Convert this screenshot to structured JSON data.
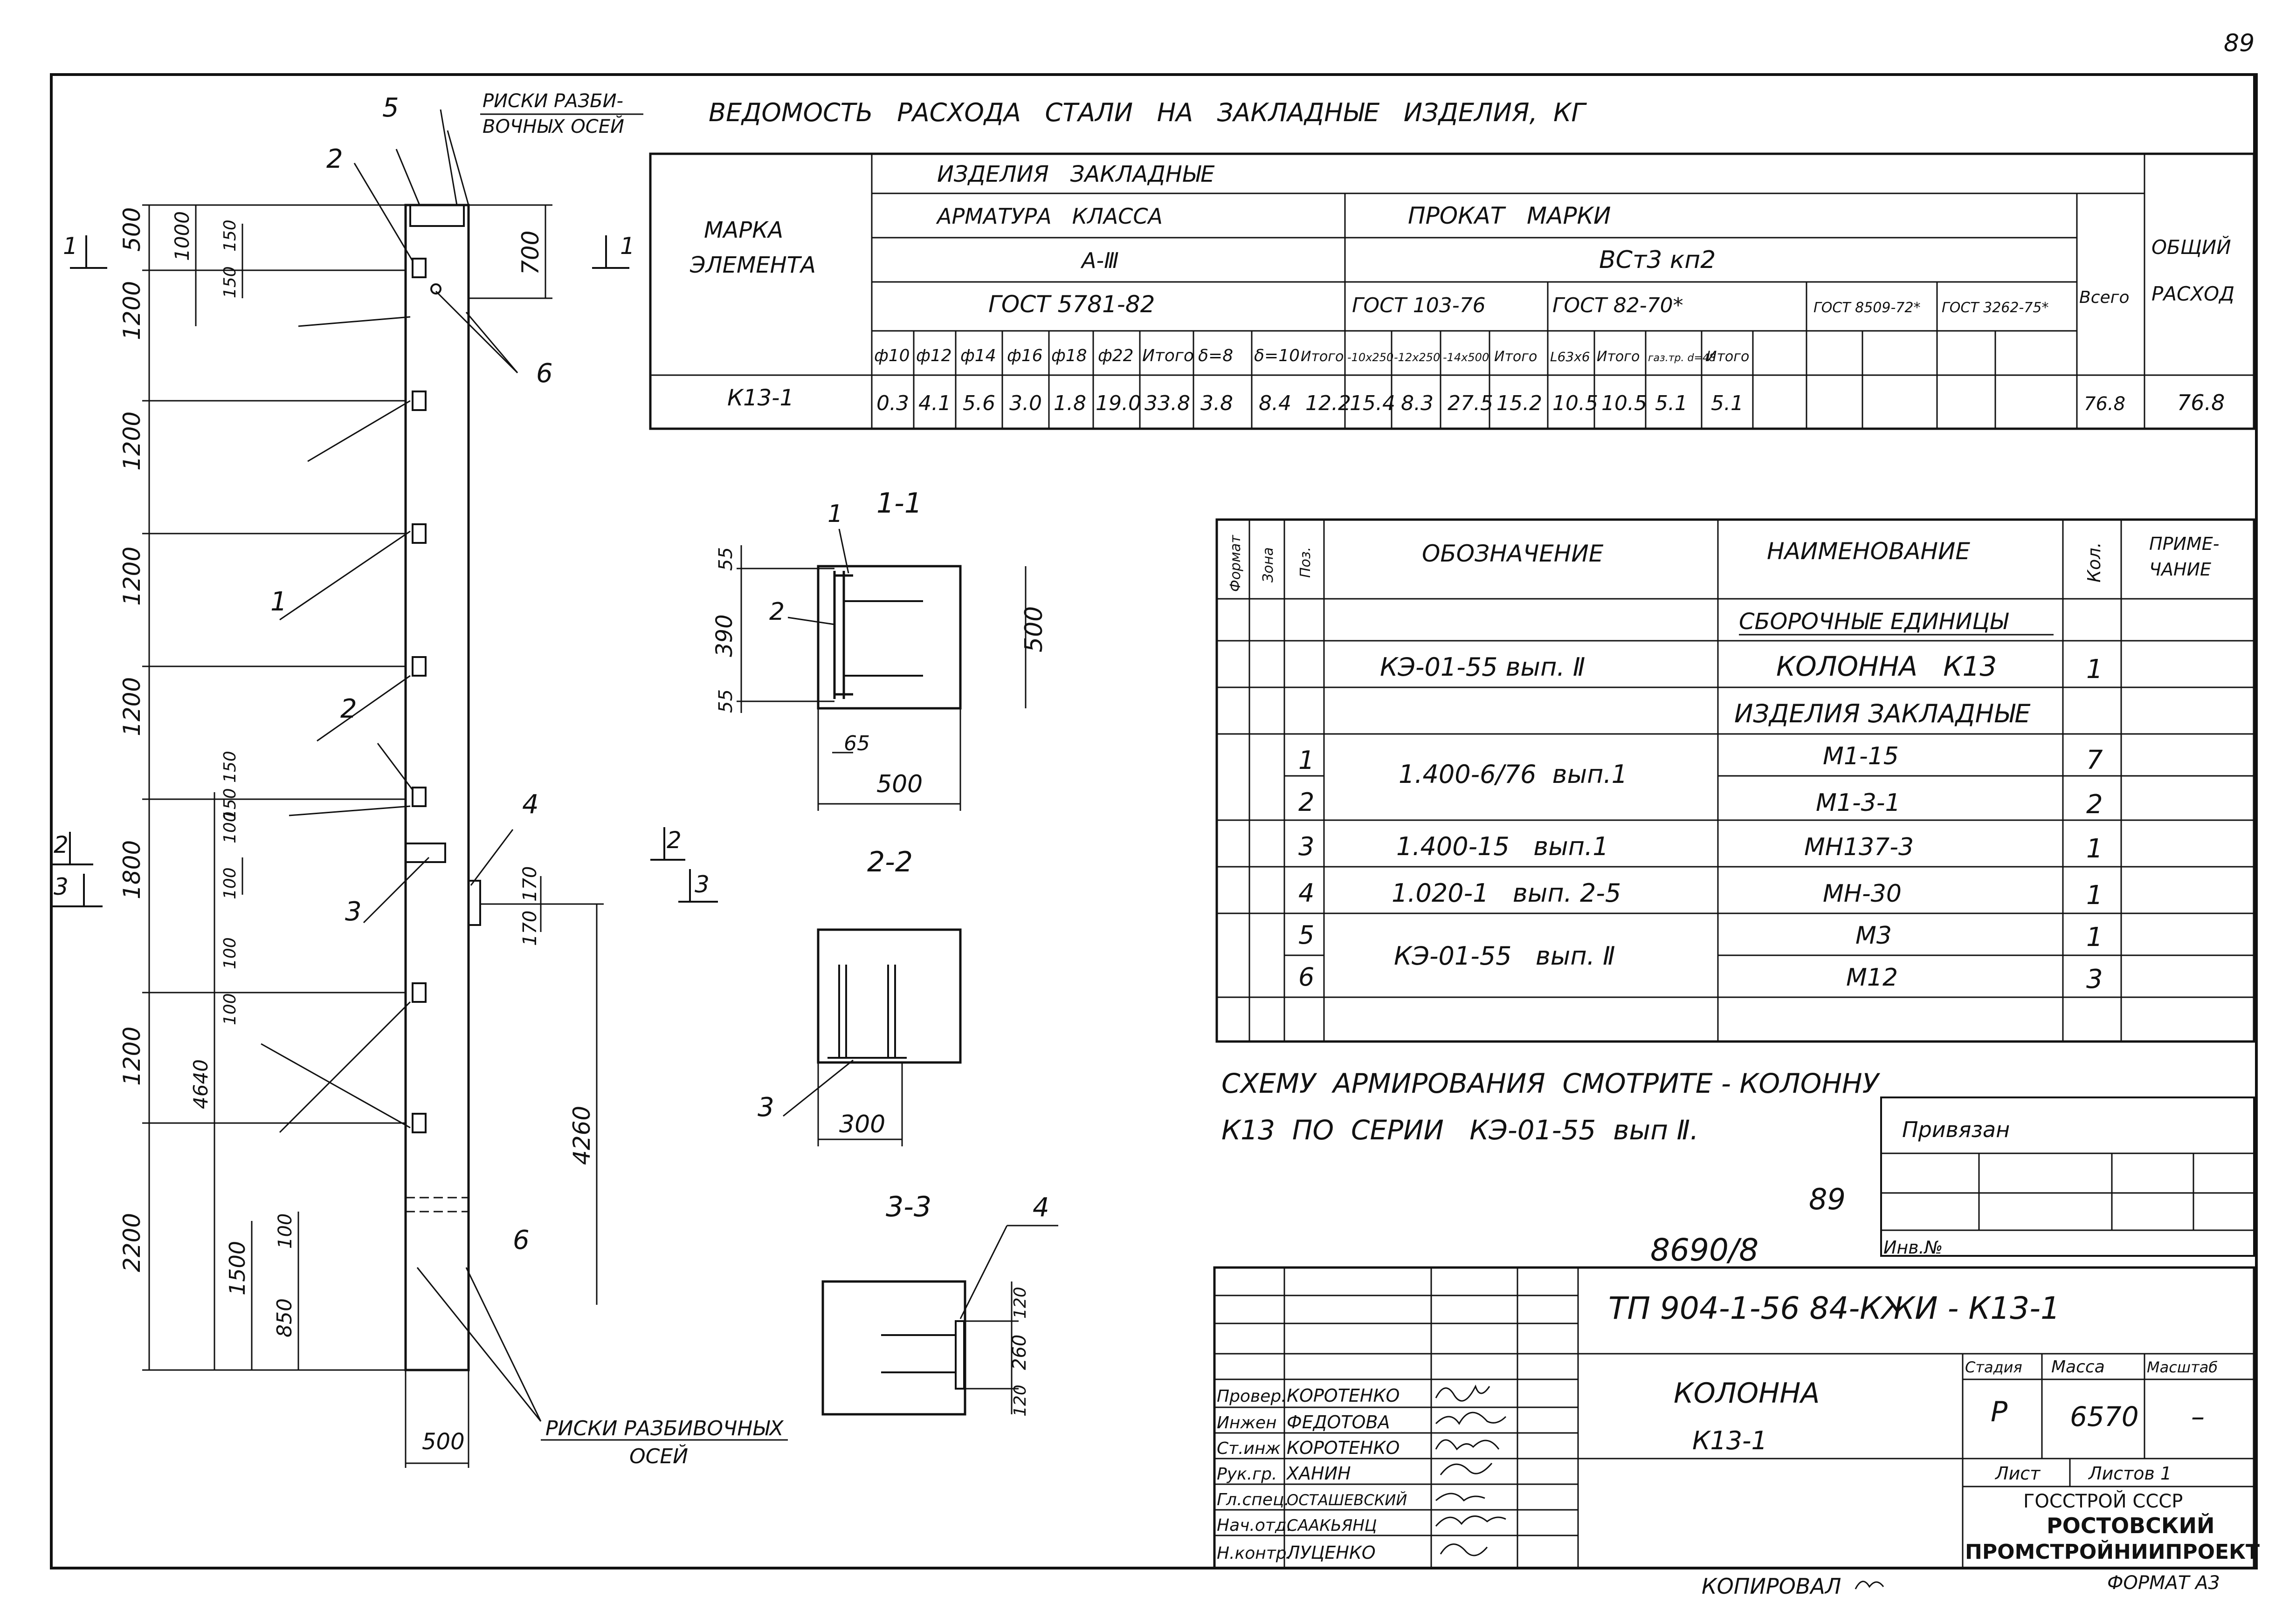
{
  "page_number": "89",
  "steel_table": {
    "title": "ВЕДОМОСТЬ   РАСХОДА   СТАЛИ   НА   ЗАКЛАДНЫЕ   ИЗДЕЛИЯ,  КГ",
    "mark_header": [
      "МАРКА",
      "ЭЛЕМЕНТА"
    ],
    "group_header": "ИЗДЕЛИЯ   ЗАКЛАДНЫЕ",
    "rebar_header": "АРМАТУРА   КЛАССА",
    "rebar_class": "А-Ⅲ",
    "rebar_gost": "ГОСТ 5781-82",
    "rolled_header": "ПРОКАТ   МАРКИ",
    "rolled_grade": "ВСт3 кп2",
    "gost_103": "ГОСТ 103-76",
    "gost_82": "ГОСТ 82-70*",
    "gost_8509": "ГОСТ 8509-72*",
    "gost_3262": "ГОСТ 3262-75*",
    "total_header": "Всего",
    "overall_header": [
      "ОБЩИЙ",
      "РАСХОД"
    ],
    "column_labels": [
      "ф10",
      "ф12",
      "ф14",
      "ф16",
      "ф18",
      "ф22",
      "Итого",
      "δ=8",
      "δ=10",
      "Итого",
      "-10x250",
      "-12x250",
      "-14x500",
      "Итого",
      "L63x6",
      "Итого",
      "газ.тр. d=48",
      "Итого"
    ],
    "row": {
      "mark": "К13-1",
      "values": [
        "0.3",
        "4.1",
        "5.6",
        "3.0",
        "1.8",
        "19.0",
        "33.8",
        "3.8",
        "8.4",
        "12.2",
        "15.4",
        "8.3",
        "27.5",
        "15.2",
        "10.5",
        "10.5",
        "5.1",
        "5.1"
      ],
      "total": "76.8",
      "overall": "76.8"
    }
  },
  "spec_table": {
    "headers": {
      "format": "Формат",
      "zone": "Зона",
      "pos": "Поз.",
      "designation": "ОБОЗНАЧЕНИЕ",
      "name": "НАИМЕНОВАНИЕ",
      "qty": "Кол.",
      "note": [
        "ПРИМЕ-",
        "ЧАНИЕ"
      ]
    },
    "section_assembly": "СБОРОЧНЫЕ ЕДИНИЦЫ",
    "assembly_designation": "КЭ-01-55 вып. Ⅱ",
    "assembly_name": "КОЛОННА   К13",
    "assembly_qty": "1",
    "section_embedded": "ИЗДЕЛИЯ ЗАКЛАДНЫЕ",
    "rows": [
      {
        "pos": "1",
        "name": "М1-15",
        "qty": "7"
      },
      {
        "pos": "2",
        "name": "М1-3-1",
        "qty": "2"
      },
      {
        "pos": "3",
        "designation": "1.400-15   вып.1",
        "name": "МН137-3",
        "qty": "1"
      },
      {
        "pos": "4",
        "designation": "1.020-1   вып. 2-5",
        "name": "МН-30",
        "qty": "1"
      },
      {
        "pos": "5",
        "name": "М3",
        "qty": "1"
      },
      {
        "pos": "6",
        "name": "М12",
        "qty": "3"
      }
    ],
    "designation_1_2": "1.400-6/76  вып.1",
    "designation_5_6": "КЭ-01-55   вып. Ⅱ"
  },
  "note_text": [
    "СХЕМУ  АРМИРОВАНИЯ  СМОТРИТЕ - КОЛОННУ",
    "К13  ПО  СЕРИИ   КЭ-01-55  вып Ⅱ."
  ],
  "bound_label": "Привязан",
  "inv_label": "Инв.№",
  "doc_number": "8690/8",
  "sheet_num_small": "89",
  "title_block": {
    "code": "ТП 904-1-56 84-КЖИ - К13-1",
    "element_name": "КОЛОННА",
    "element_mark": "К13-1",
    "stage_label": "Стадия",
    "mass_label": "Масса",
    "scale_label": "Масштаб",
    "stage": "Р",
    "mass": "6570",
    "scale": "–",
    "sheet_label": "Лист",
    "sheets_label": "Листов 1",
    "org": [
      "ГОССТРОЙ СССР",
      "РОСТОВСКИЙ",
      "ПРОМСТРОЙНИИПРОЕКТ"
    ],
    "roles": [
      "Провер.",
      "Инжен",
      "Ст.инж",
      "Рук.гр.",
      "Гл.спец.",
      "Нач.отд.",
      "Н.контр."
    ],
    "names": [
      "КОРОТЕНКО",
      "ФЕДОТОВА",
      "КОРОТЕНКО",
      "ХАНИН",
      "ОСТАШЕВСКИЙ",
      "СААКЬЯНЦ",
      "ЛУЦЕНКО"
    ]
  },
  "copied": "КОПИРОВАЛ",
  "format": "ФОРМАТ А3",
  "column_drawing": {
    "left_dims": [
      "500",
      "1200",
      "1200",
      "1200",
      "1200",
      "1800",
      "1200",
      "2200"
    ],
    "inner_dims": [
      "1000",
      "150",
      "150",
      "150",
      "100",
      "150",
      "100",
      "100",
      "100",
      "4640",
      "1500",
      "100",
      "850"
    ],
    "top_dim": "700",
    "right_dims": [
      "170",
      "170",
      "4260"
    ],
    "bottom_dim": "500",
    "callouts": [
      "1",
      "2",
      "2",
      "3",
      "4",
      "5",
      "6",
      "6"
    ],
    "axis_marks_top": [
      "РИСКИ РАЗБИ-",
      "ВОЧНЫХ ОСЕЙ"
    ],
    "axis_marks_bottom": [
      "РИСКИ РАЗБИВОЧНЫХ",
      "ОСЕЙ"
    ],
    "section_marks": [
      "1",
      "1",
      "2",
      "3",
      "2",
      "3"
    ]
  },
  "section_1": {
    "title": "1-1",
    "dims": [
      "55",
      "390",
      "55",
      "500",
      "65",
      "500"
    ],
    "callouts": [
      "1",
      "2"
    ]
  },
  "section_2": {
    "title": "2-2",
    "dims": [
      "300"
    ],
    "callouts": [
      "3"
    ]
  },
  "section_3": {
    "title": "3-3",
    "dims": [
      "120",
      "260",
      "120"
    ],
    "callouts": [
      "4"
    ]
  }
}
